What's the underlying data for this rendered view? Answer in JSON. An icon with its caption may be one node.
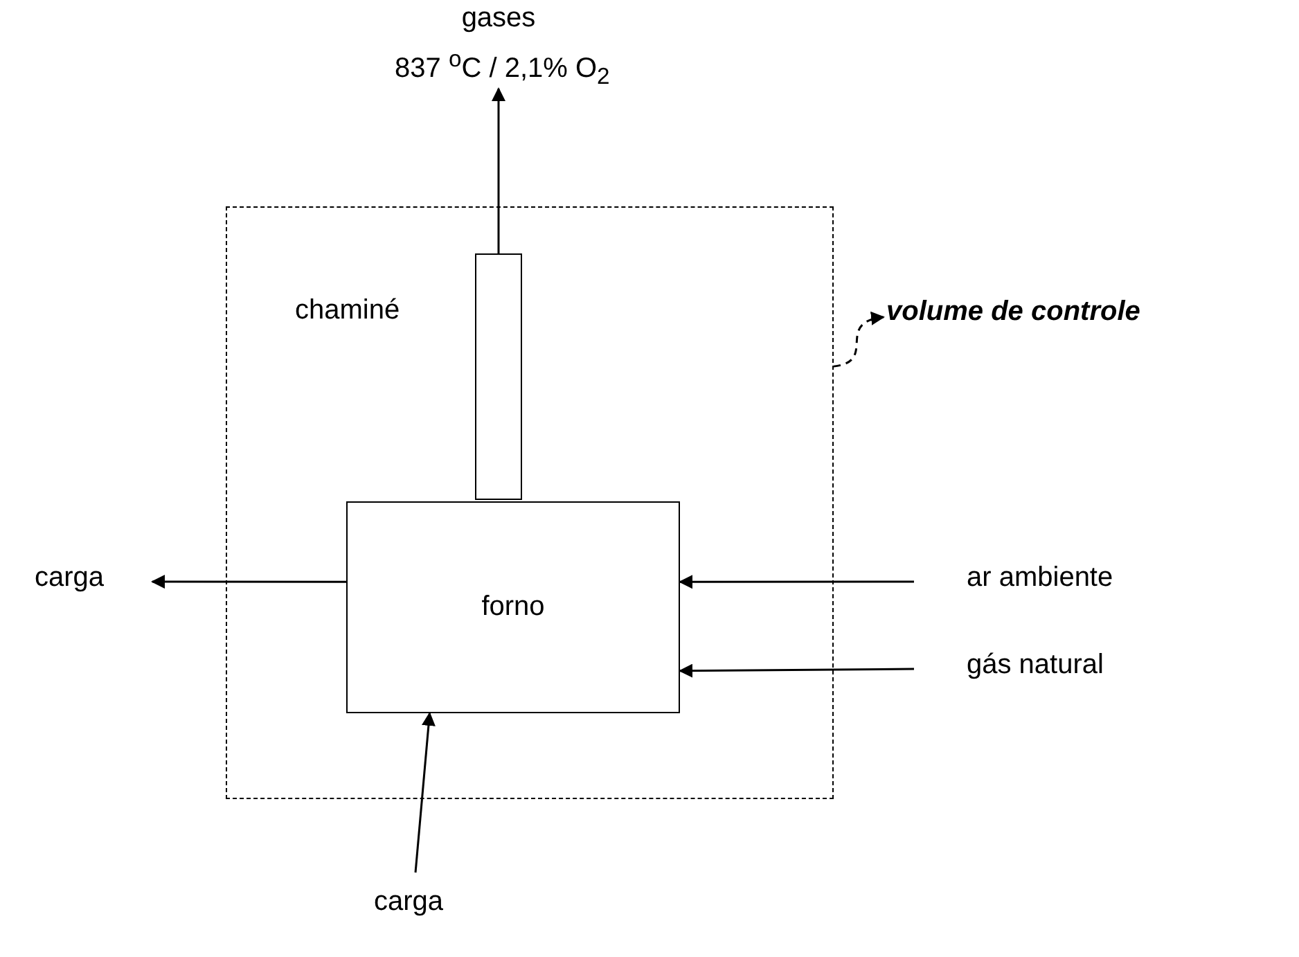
{
  "diagram": {
    "nodes": [
      {
        "text": [],
        "shape": "box"
      },
      {
        "text": [
          "volume de controle"
        ]
      },
      {
        "text": [
          "chaminé"
        ],
        "in": 0
      },
      {
        "text": [
          "forno"
        ],
        "in": 0
      },
      {
        "text": [
          "gases",
          "837 $^{o}$C / 2,1% O$_{2}$"
        ]
      },
      {
        "text": [
          "carga"
        ]
      },
      {
        "text": [
          "ar ambiente"
        ]
      },
      {
        "text": [
          "gás natural"
        ]
      },
      {
        "text": [
          "carga"
        ]
      }
    ],
    "edges": [
      {
        "from": 2,
        "to": 4,
        "arrow": "to"
      },
      {
        "from": 3,
        "to": 5,
        "arrow": "to"
      },
      {
        "from": 6,
        "to": 3,
        "arrow": "to"
      },
      {
        "from": 7,
        "to": 3,
        "arrow": "to"
      },
      {
        "from": 8,
        "to": 3,
        "arrow": "to"
      },
      {
        "from": 0,
        "to": 1,
        "arrow": "to",
        "style": "dashed"
      }
    ]
  }
}
